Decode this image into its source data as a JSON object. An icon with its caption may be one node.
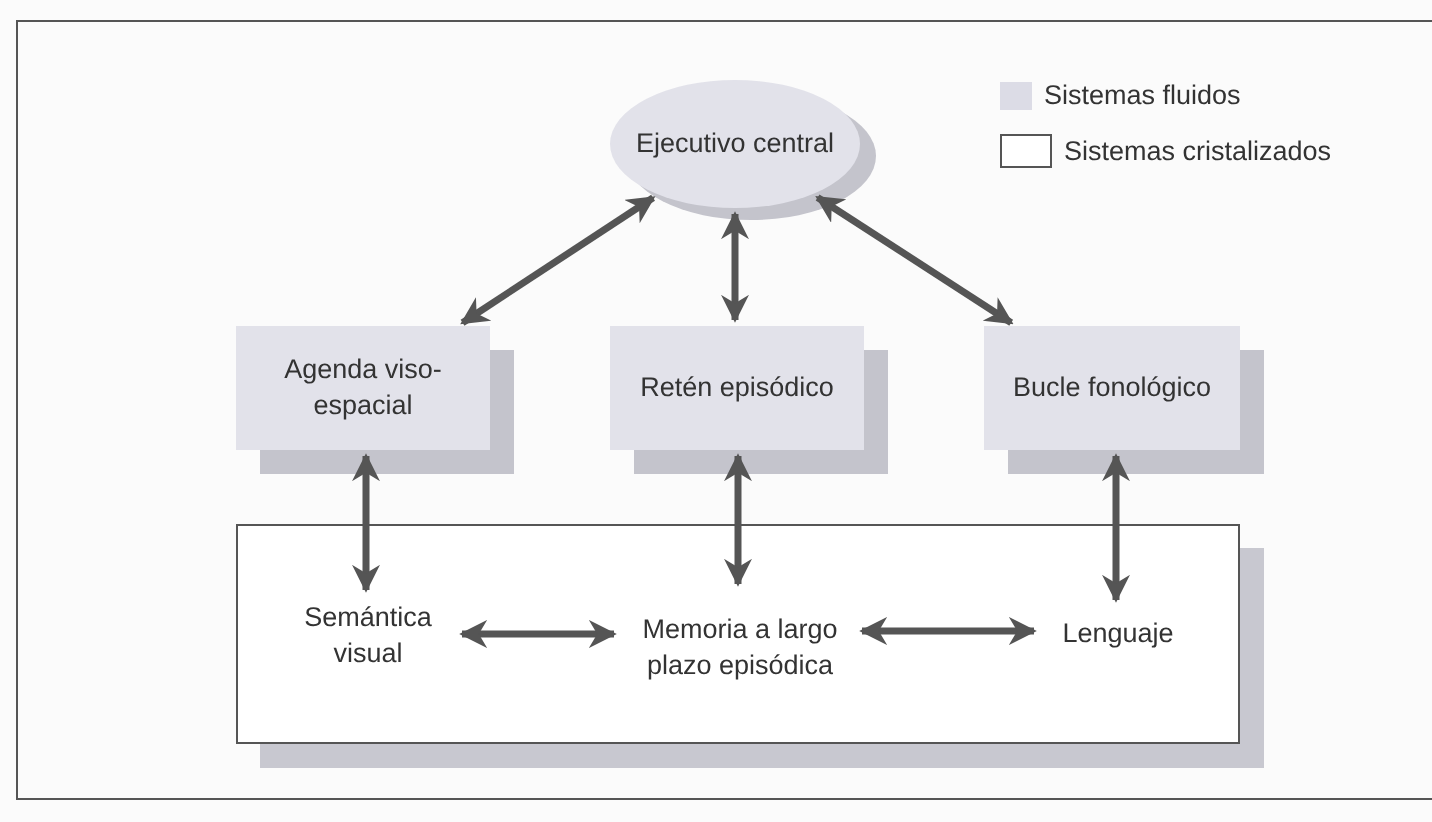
{
  "diagram": {
    "nodes": [
      {
        "text": [
          "Ejecutivo central"
        ]
      },
      {
        "text": [
          "Agenda viso-espacial"
        ]
      },
      {
        "text": [
          "Retén episódico"
        ]
      },
      {
        "text": [
          "Bucle fonológico"
        ]
      },
      {
        "text": [],
        "shape": "box"
      },
      {
        "text": [
          "Semántica visual"
        ],
        "in": 4
      },
      {
        "text": [
          "Memoria a largo plazo episódica"
        ],
        "in": 4
      },
      {
        "text": [
          "Lenguaje"
        ],
        "in": 4
      }
    ],
    "edges": [
      {
        "from": 0,
        "to": 1,
        "arrow": "both"
      },
      {
        "from": 0,
        "to": 2,
        "arrow": "both"
      },
      {
        "from": 0,
        "to": 3,
        "arrow": "both"
      },
      {
        "from": 1,
        "to": 5,
        "arrow": "both"
      },
      {
        "from": 2,
        "to": 6,
        "arrow": "both"
      },
      {
        "from": 3,
        "to": 7,
        "arrow": "both"
      },
      {
        "from": 5,
        "to": 6,
        "arrow": "both"
      },
      {
        "from": 6,
        "to": 7,
        "arrow": "both"
      }
    ],
    "legend": [
      {
        "text": "Sistemas fluidos",
        "color": "#dcdce6"
      },
      {
        "text": "Sistemas cristalizados"
      }
    ]
  }
}
